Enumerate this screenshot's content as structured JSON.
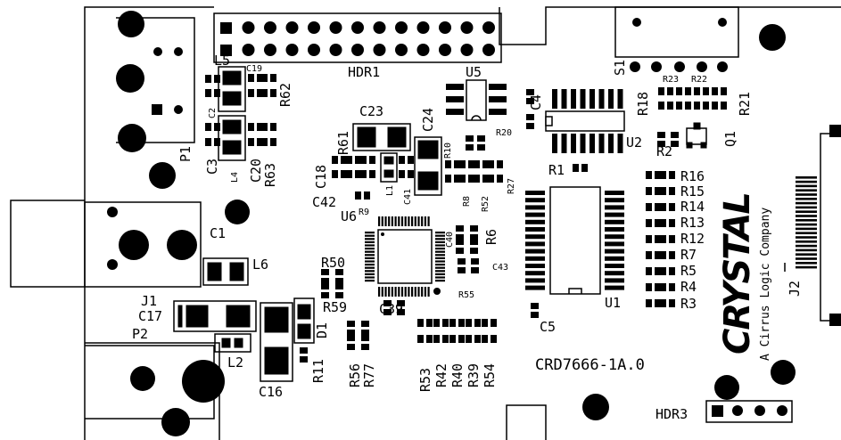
{
  "board": {
    "part_number": "CRD7666-1A.0",
    "logo_text": "CRYSTAL",
    "tagline": "A Cirrus Logic Company"
  },
  "designators": {
    "HDR1": "HDR1",
    "HDR3": "HDR3",
    "U5": "U5",
    "U6": "U6",
    "U2": "U2",
    "U1": "U1",
    "S1": "S1",
    "P1": "P1",
    "P2": "P2",
    "J1": "J1",
    "J2": "J2",
    "Q1": "Q1",
    "L1": "L1",
    "L2": "L2",
    "L4": "L4",
    "L5": "L5",
    "L6": "L6",
    "C1": "C1",
    "C2": "C2",
    "C3": "C3",
    "C4": "C4",
    "C5": "C5",
    "C16": "C16",
    "C17": "C17",
    "C18": "C18",
    "C19": "C19",
    "C20": "C20",
    "C23": "C23",
    "C24": "C24",
    "C39": "C39",
    "C40": "C40",
    "C41": "C41",
    "C42": "C42",
    "C43": "C43",
    "D1": "D1",
    "R1": "R1",
    "R2": "R2",
    "R3": "R3",
    "R4": "R4",
    "R5": "R5",
    "R6": "R6",
    "R7": "R7",
    "R8": "R8",
    "R9": "R9",
    "R10": "R10",
    "R11": "R11",
    "R12": "R12",
    "R13": "R13",
    "R14": "R14",
    "R15": "R15",
    "R16": "R16",
    "R18": "R18",
    "R20": "R20",
    "R21": "R21",
    "R22": "R22",
    "R23": "R23",
    "R27": "R27",
    "R39": "R39",
    "R40": "R40",
    "R42": "R42",
    "R50": "R50",
    "R52": "R52",
    "R53": "R53",
    "R54": "R54",
    "R55": "R55",
    "R56": "R56",
    "R59": "R59",
    "R61": "R61",
    "R62": "R62",
    "R63": "R63",
    "R77": "R77"
  }
}
